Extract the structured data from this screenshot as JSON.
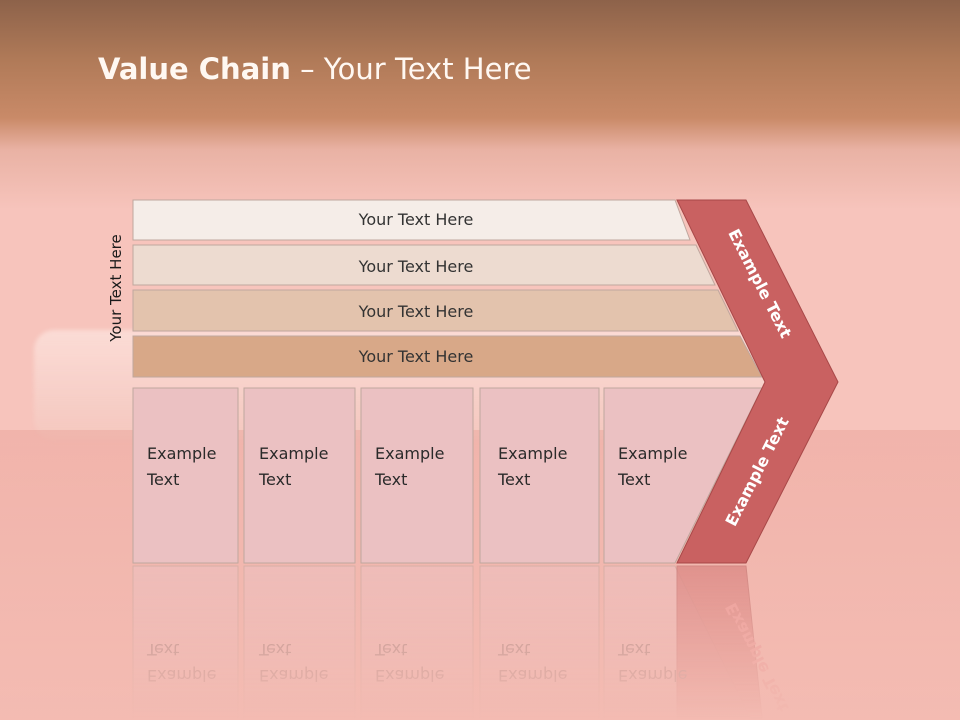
{
  "title": {
    "bold": "Value Chain",
    "rest": " – Your Text Here"
  },
  "side_label": "Your Text Here",
  "bars": [
    {
      "label": "Your Text Here",
      "color": "#f5ede8"
    },
    {
      "label": "Your Text Here",
      "color": "#eddbd0"
    },
    {
      "label": "Your Text Here",
      "color": "#e3c3ad"
    },
    {
      "label": "Your Text Here",
      "color": "#d8a888"
    }
  ],
  "cells": [
    {
      "line1": "Example",
      "line2": "Text"
    },
    {
      "line1": "Example",
      "line2": "Text"
    },
    {
      "line1": "Example",
      "line2": "Text"
    },
    {
      "line1": "Example",
      "line2": "Text"
    },
    {
      "line1": "Example",
      "line2": "Text"
    }
  ],
  "chevron": {
    "upper_label": "Example Text",
    "lower_label": "Example Text",
    "color": "#c96161"
  },
  "colors": {
    "cell_fill": "#ebc1c2",
    "border": "#bfa79e"
  }
}
